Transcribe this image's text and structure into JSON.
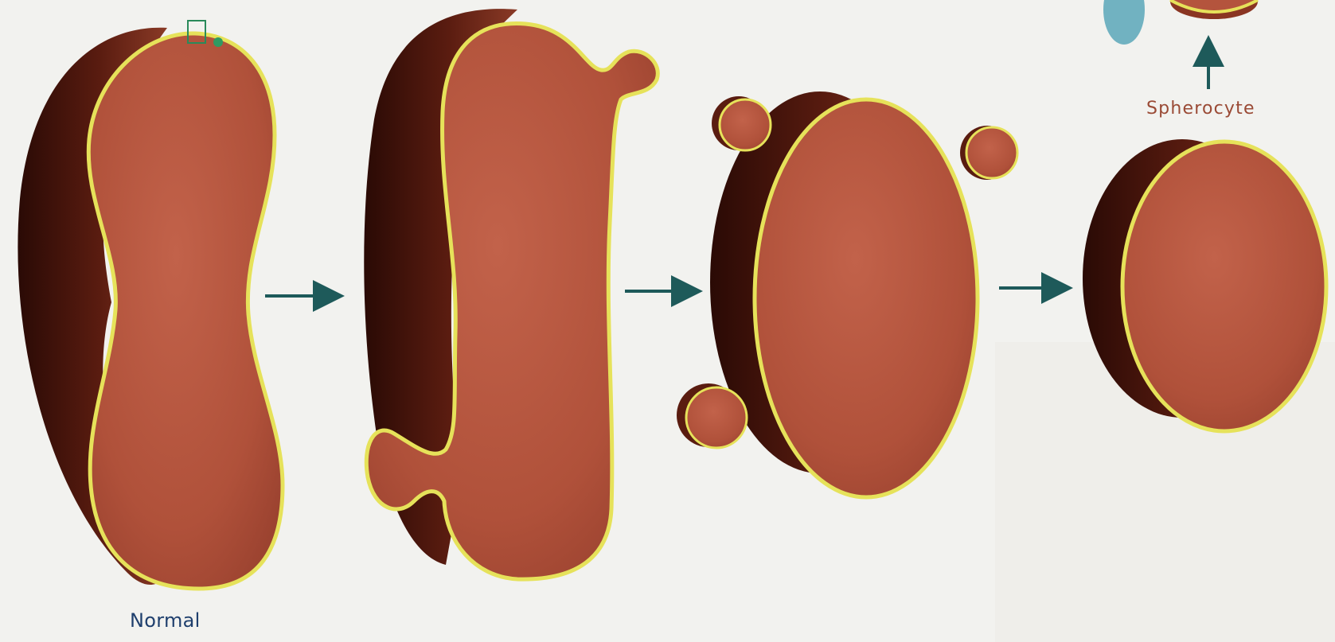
{
  "labels": {
    "normal": "Normal",
    "spherocyte": "Spherocyte"
  },
  "colors": {
    "background": "#f2f2ef",
    "cell_face": "#b4543d",
    "cell_side": "#4a150d",
    "membrane": "#e6e25a",
    "arrow": "#1e5a5a",
    "label_normal": "#1f3f6d",
    "label_spherocyte": "#9a4a35"
  },
  "stages": [
    "normal-cell",
    "budding-cell",
    "vesiculated-cell",
    "spherocyte-cell"
  ]
}
